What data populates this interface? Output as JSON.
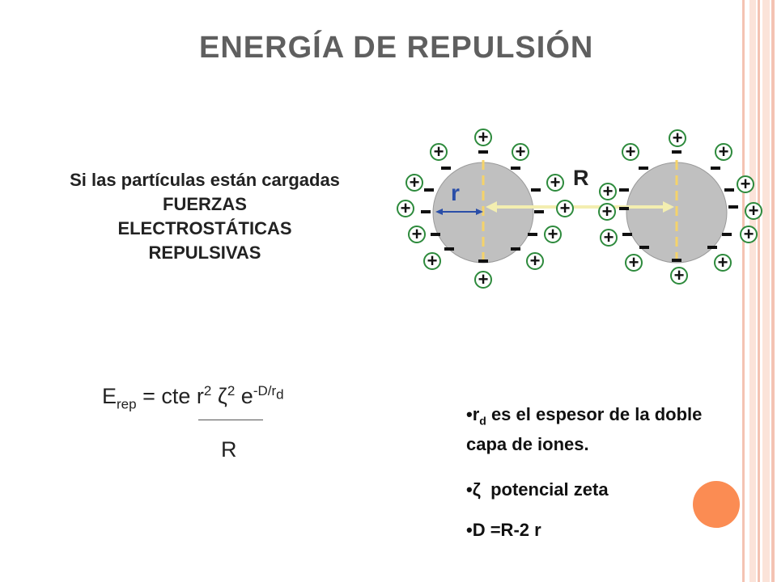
{
  "title": "ENERGÍA DE REPULSIÓN",
  "intro": {
    "line1": "Si las partículas están cargadas",
    "line2": "FUERZAS",
    "line3": "ELECTROSTÁTICAS",
    "line4": "REPULSIVAS"
  },
  "diagram": {
    "label_R": "R",
    "label_r": "r",
    "plus": "+",
    "minus": "-"
  },
  "formula": {
    "E": "E",
    "rep": "rep",
    "equals": "=",
    "cte": "cte r",
    "sq1": "2",
    "zeta": "ζ",
    "sq2": "2",
    "e": "e",
    "exp_pre": "-D/r",
    "exp_sub": "d",
    "denominator": "R"
  },
  "bullets": {
    "b1_r": "r",
    "b1_sub": "d",
    "b1_text": " es el espesor de la doble capa de iones.",
    "b2_zeta": "ζ",
    "b2_text": "  potencial zeta",
    "b3_text": "D =R-2 r"
  },
  "colors": {
    "accent_orange": "#fb8c53",
    "stripe_pink": "#f7d2c4",
    "particle_fill": "#c0c0c0",
    "dash_yellow": "#f5d36a",
    "arrow_pale": "#f3eeb0",
    "plus_green": "#2d8a3c",
    "radius_blue": "#2a4ea8"
  }
}
